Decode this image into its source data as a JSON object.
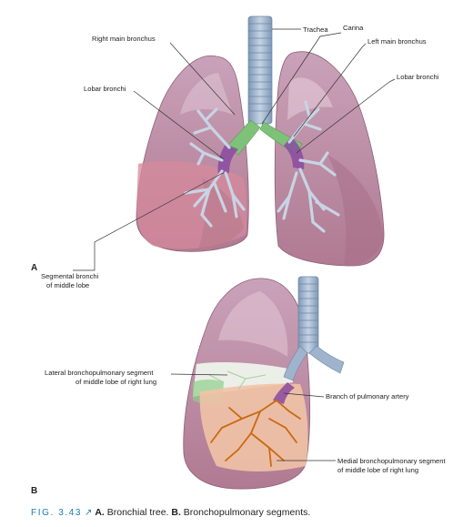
{
  "labels": {
    "trachea": "Trachea",
    "carina": "Carina",
    "right_main_bronchus": "Right main bronchus",
    "left_main_bronchus": "Left main bronchus",
    "lobar_bronchi_left": "Lobar bronchi",
    "lobar_bronchi_right": "Lobar bronchi",
    "segmental_line1": "Segmental bronchi",
    "segmental_line2": "of middle lobe",
    "lateral_line1": "Lateral bronchopulmonary segment",
    "lateral_line2": "of middle lobe of right lung",
    "branch_artery": "Branch of pulmonary artery",
    "medial_line1": "Medial bronchopulmonary  segment",
    "medial_line2": "of middle lobe of right lung"
  },
  "panels": {
    "a": "A",
    "b": "B"
  },
  "caption": {
    "figure_number": "FIG. 3.43",
    "link_icon": "external-link-icon",
    "a_letter": "A.",
    "a_text": " Bronchial tree. ",
    "b_letter": "B.",
    "b_text": " Bronchopulmonary segments."
  },
  "colors": {
    "lung": "#c79aad",
    "lung_dark": "#a87088",
    "middle_lobe": "#d98a98",
    "trachea": "#9fb4cc",
    "carina_green": "#7ec27a",
    "artery_purple": "#8a4aa0",
    "medial_segment": "#f0c0a0",
    "artery_orange": "#c86a10"
  }
}
